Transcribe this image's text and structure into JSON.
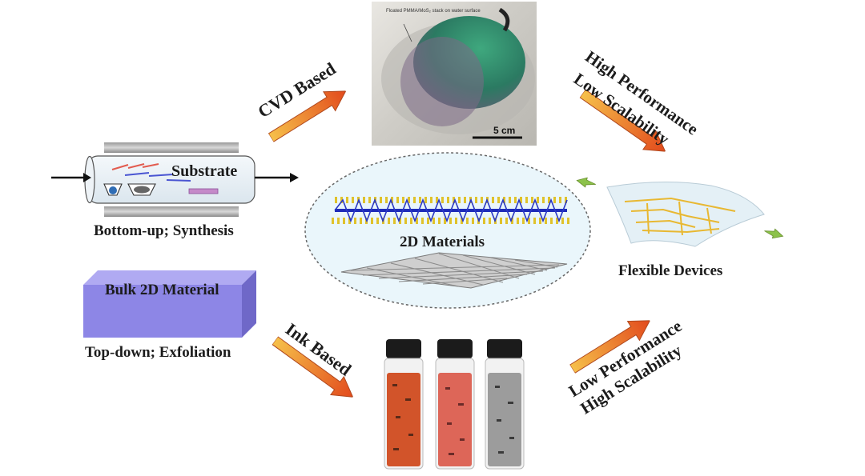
{
  "labels": {
    "cvd_based": "CVD Based",
    "ink_based": "Ink Based",
    "high_performance": "High Performance",
    "low_scalability": "Low Scalability",
    "low_performance": "Low Performance",
    "high_scalability": "High Scalability",
    "substrate": "Substrate",
    "bottom_up": "Bottom-up; Synthesis",
    "bulk_material": "Bulk 2D Material",
    "top_down": "Top-down; Exfoliation",
    "materials": "2D Materials",
    "flexible_devices": "Flexible Devices"
  },
  "photo": {
    "caption": "Floated PMMA/MoS₂ stack on water surface",
    "scale_bar": "5 cm"
  },
  "colors": {
    "arrow_start": "#f6c04a",
    "arrow_end": "#e24a1c",
    "bulk_block": "#8d86e6",
    "ellipse_fill": "#eaf6fb",
    "vial_orange": "#d2542a",
    "vial_pink": "#dd6658",
    "vial_gray": "#9c9c9c"
  }
}
